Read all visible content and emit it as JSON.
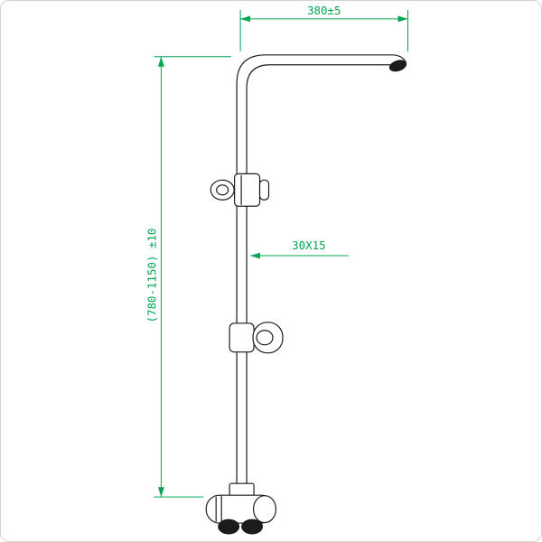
{
  "drawing": {
    "background_color": "#ffffff",
    "border_color": "#d2d2d2",
    "line_color": "#1b1b1b",
    "dimension_color": "#00a651",
    "dimensions": {
      "top_width": "380±5",
      "height_range": "(780-1150) ±10",
      "profile_section": "30X15"
    }
  }
}
